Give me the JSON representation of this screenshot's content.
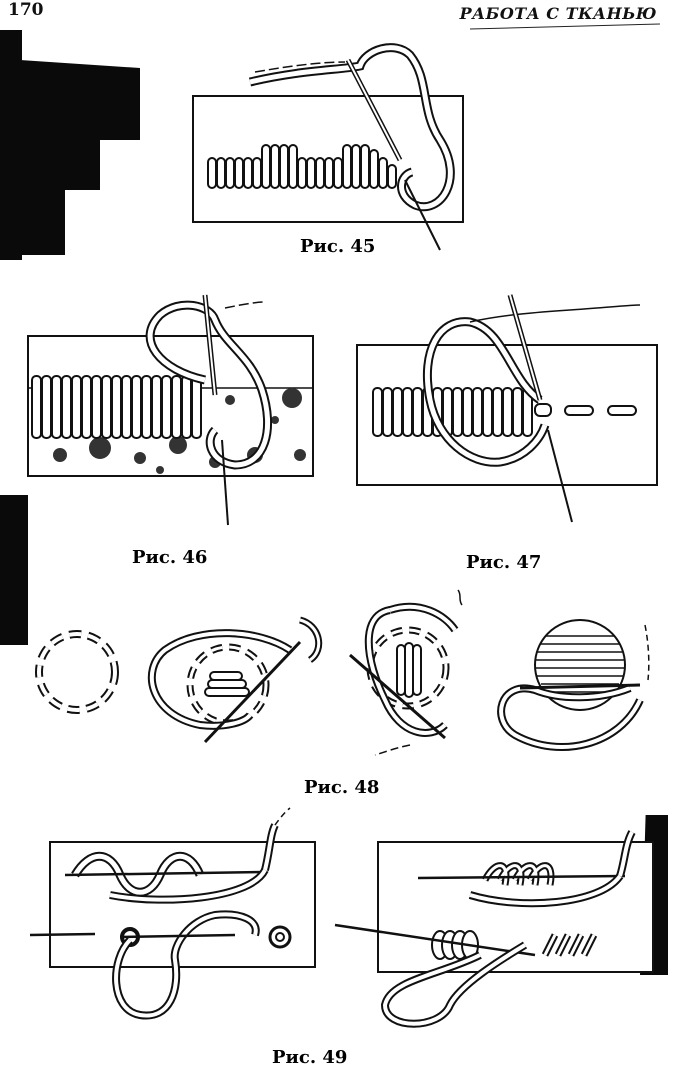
{
  "header": {
    "page_number": "170",
    "running_title": "РАБОТА С ТКАНЬЮ"
  },
  "figures": [
    {
      "id": "fig45",
      "caption": "Рис. 45"
    },
    {
      "id": "fig46",
      "caption": "Рис. 46"
    },
    {
      "id": "fig47",
      "caption": "Рис. 47"
    },
    {
      "id": "fig48",
      "caption": "Рис. 48"
    },
    {
      "id": "fig49",
      "caption": "Рис. 49"
    }
  ],
  "colors": {
    "ink": "#111111",
    "paper": "#ffffff",
    "scan_shadow": "#0a0a0a"
  }
}
